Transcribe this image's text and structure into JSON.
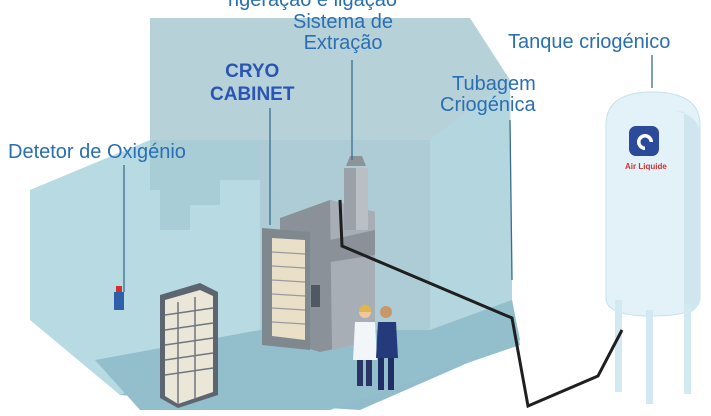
{
  "labels": {
    "top_partial": "rigeração e ligação",
    "extraction_l1": "Sistema de",
    "extraction_l2": "Extração",
    "tank": "Tanque criogénico",
    "cryo_l1": "CRYO",
    "cryo_l2": "CABINET",
    "piping_l1": "Tubagem",
    "piping_l2": "Criogénica",
    "detector": "Detetor de Oxigénio"
  },
  "brand": {
    "name": "Air Liquide",
    "logo_icon": "air-liquide-logo",
    "brand_color": "#d0302c",
    "logo_color": "#2c4a9a"
  },
  "colors": {
    "label_text": "#2a6fb2",
    "room_wall": "#a9cfd9",
    "room_floor": "#8fb9c6",
    "tank_body": "#e3f2f8",
    "pipe": "#1f1f1f"
  }
}
